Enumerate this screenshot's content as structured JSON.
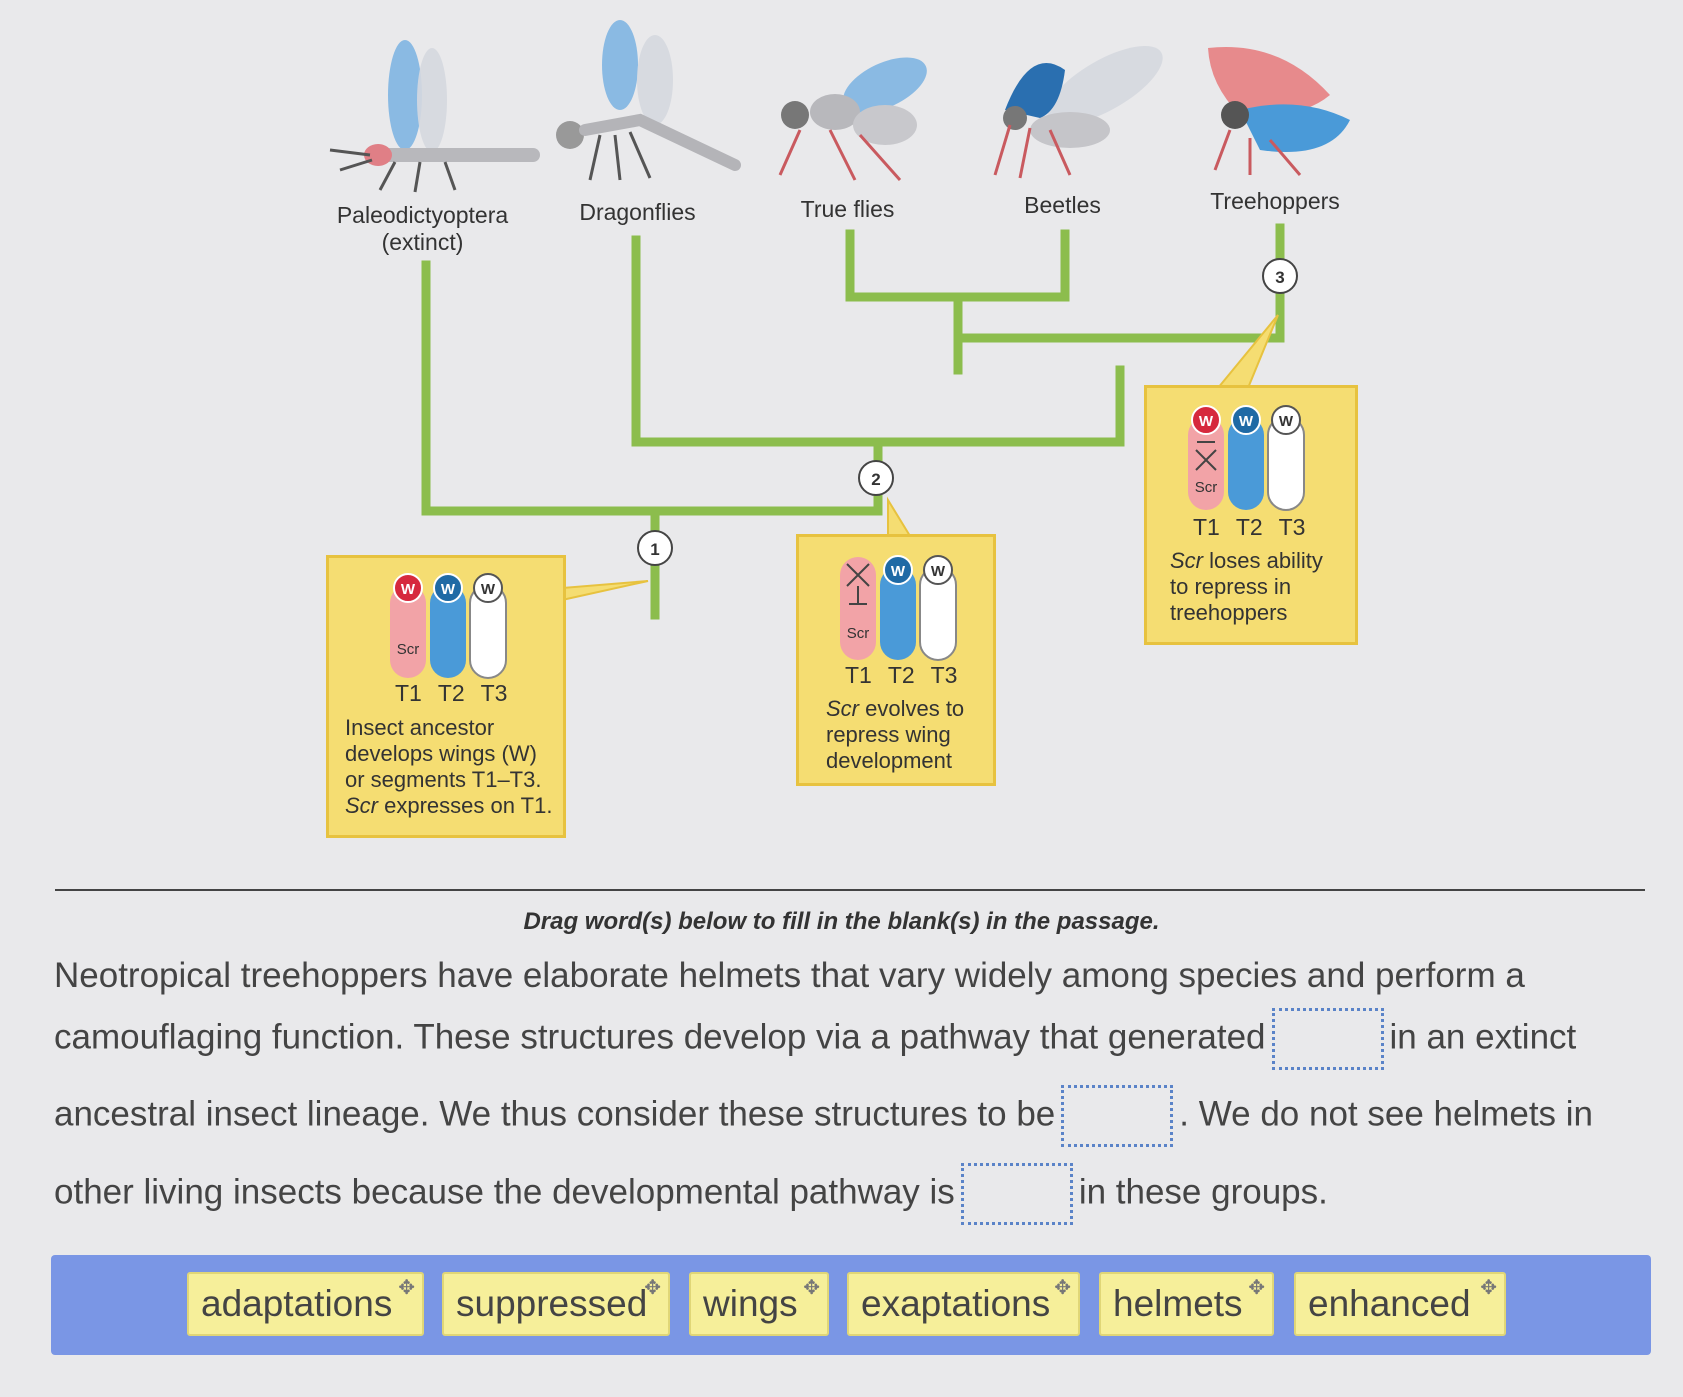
{
  "figure": {
    "taxa": [
      "Paleodictyoptera",
      "(extinct)",
      "Dragonflies",
      "True flies",
      "Beetles",
      "Treehoppers"
    ],
    "nodes": [
      "1",
      "2",
      "3"
    ],
    "wing_label": "W",
    "gene_label": "Scr",
    "segments": "T1 T2 T3",
    "box1": {
      "line1": "Insect ancestor",
      "line2": "develops wings (W)",
      "line3": "or segments T1–T3.",
      "line4_italic": "Scr",
      "line4_rest": " expresses on T1."
    },
    "box2": {
      "line1_italic": "Scr",
      "line1_rest": " evolves to",
      "line2": "repress wing",
      "line3": "development"
    },
    "box3": {
      "line1_italic": "Scr",
      "line1_rest": " loses ability",
      "line2": "to repress in",
      "line3": "treehoppers"
    },
    "colors": {
      "branch": "#8cbd4d",
      "box_fill": "#f5dd72",
      "wing_red": "#d6293d",
      "wing_blue": "#1f6aa5",
      "seg_pink": "#f2a3a7",
      "seg_blue": "#4a9ad8"
    }
  },
  "instruction": "Drag word(s) below to fill in the blank(s) in the passage.",
  "passage": {
    "line1": "Neotropical treehoppers have elaborate helmets that vary widely among species and perform a",
    "line2a": "camouflaging function. These structures develop via a pathway that generated",
    "line2b": "in an extinct",
    "line3a": "ancestral insect lineage. We thus consider these structures to be",
    "line3b": ". We do not see helmets in",
    "line4a": "other living insects because the developmental pathway is",
    "line4b": "in these groups."
  },
  "word_bank": [
    "adaptations",
    "suppressed",
    "wings",
    "exaptations",
    "helmets",
    "enhanced"
  ],
  "move_icon": "move-icon"
}
